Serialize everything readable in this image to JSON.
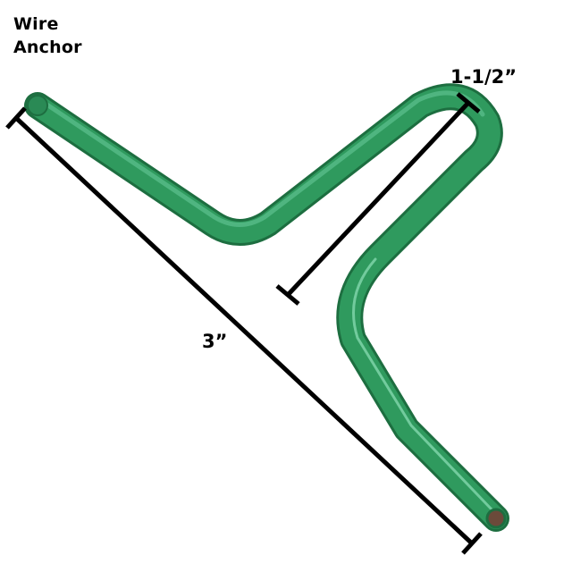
{
  "title": {
    "line1": "Wire",
    "line2": "Anchor"
  },
  "dimensions": {
    "short_label": "1-1/2”",
    "long_label": "3”"
  },
  "colors": {
    "wire": "#2f9a5e",
    "wire_highlight": "#6fd0a0",
    "wire_shadow": "#1d6e40",
    "dimension_line": "#000000",
    "background": "#ffffff"
  }
}
